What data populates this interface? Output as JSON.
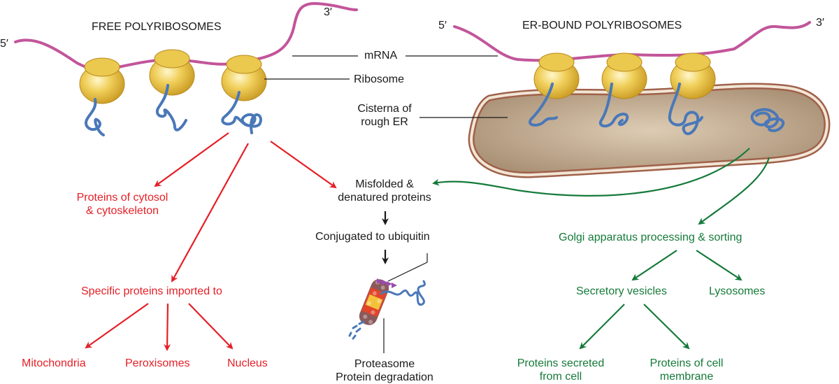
{
  "colors": {
    "mrna": "#c2559a",
    "ribosome": "#e8c14a",
    "protein_chain": "#4a78b8",
    "er_lumen": "#c7b39a",
    "er_membrane": "#a0614a",
    "cytosolic_path": "#e41f26",
    "secretory_path": "#157a3a",
    "text": "#1a1a1a"
  },
  "free_side": {
    "title": "FREE POLYRIBOSOMES",
    "five_prime": "5′",
    "three_prime": "3′"
  },
  "er_side": {
    "title": "ER-BOUND POLYRIBOSOMES",
    "five_prime": "5′",
    "three_prime": "3′"
  },
  "callouts": {
    "mrna": "mRNA",
    "ribosome": "Ribosome",
    "cisterna_line1": "Cisterna of",
    "cisterna_line2": "rough ER"
  },
  "cytosolic_pathway": {
    "cytosol_line1": "Proteins of cytosol",
    "cytosol_line2": "& cytoskeleton",
    "imported": "Specific proteins imported to",
    "targets": [
      "Mitochondria",
      "Peroxisomes",
      "Nucleus"
    ]
  },
  "degradation_pathway": {
    "misfolded_line1": "Misfolded &",
    "misfolded_line2": "denatured proteins",
    "ubiquitin": "Conjugated to ubiquitin",
    "proteasome_line1": "Proteasome",
    "proteasome_line2": "Protein degradation"
  },
  "secretory_pathway": {
    "golgi": "Golgi apparatus processing & sorting",
    "secretory_vesicles": "Secretory vesicles",
    "lysosomes": "Lysosomes",
    "secreted_line1": "Proteins secreted",
    "secreted_line2": "from cell",
    "membrane_line1": "Proteins of cell",
    "membrane_line2": "membrane"
  }
}
